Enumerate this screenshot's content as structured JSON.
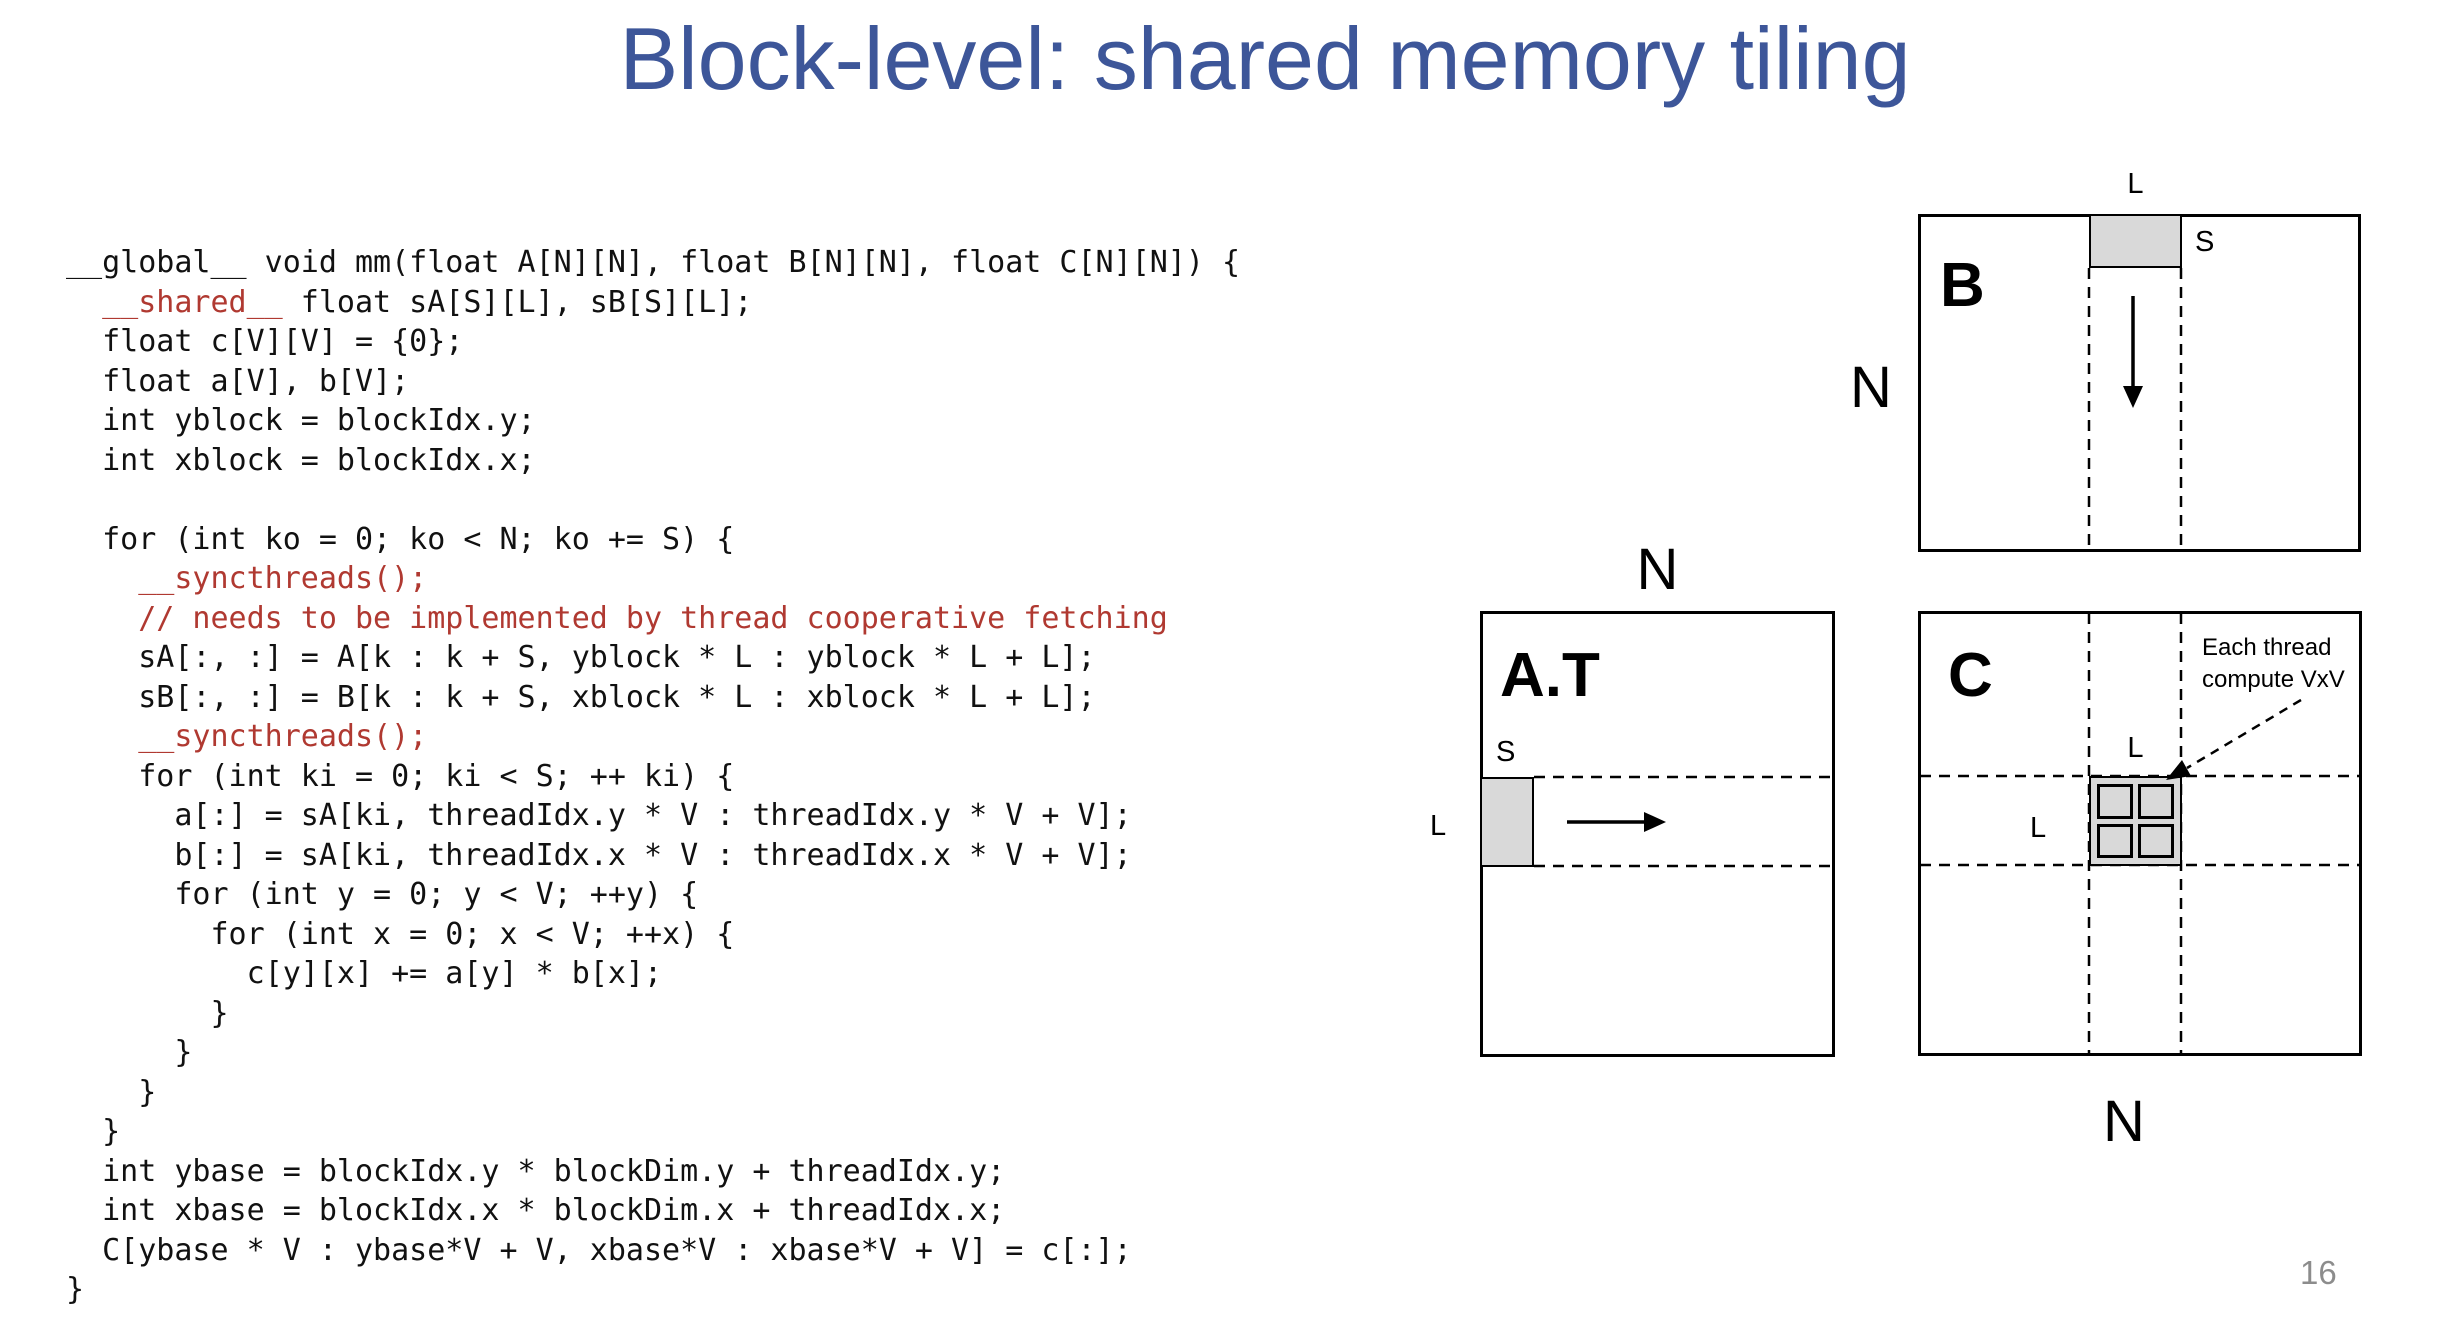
{
  "title": {
    "text": "Block-level: shared memory tiling",
    "color": "#3D5699"
  },
  "page_number": "16",
  "code": {
    "black": "#111111",
    "red": "#B03931",
    "lines": [
      [
        [
          "__global__ void mm(float A[N][N], float B[N][N], float C[N][N]) {",
          "k"
        ]
      ],
      [
        [
          "  ",
          "k"
        ],
        [
          "__shared__",
          "r"
        ],
        [
          " float sA[S][L], sB[S][L];",
          "k"
        ]
      ],
      [
        [
          "  float c[V][V] = {0};",
          "k"
        ]
      ],
      [
        [
          "  float a[V], b[V];",
          "k"
        ]
      ],
      [
        [
          "  int yblock = blockIdx.y;",
          "k"
        ]
      ],
      [
        [
          "  int xblock = blockIdx.x;",
          "k"
        ]
      ],
      [
        [
          "",
          "k"
        ]
      ],
      [
        [
          "  for (int ko = 0; ko < N; ko += S) {",
          "k"
        ]
      ],
      [
        [
          "    ",
          "k"
        ],
        [
          "__syncthreads();",
          "r"
        ]
      ],
      [
        [
          "    ",
          "k"
        ],
        [
          "// needs to be implemented by thread cooperative fetching",
          "r"
        ]
      ],
      [
        [
          "    sA[:, :] = A[k : k + S, yblock * L : yblock * L + L];",
          "k"
        ]
      ],
      [
        [
          "    sB[:, :] = B[k : k + S, xblock * L : xblock * L + L];",
          "k"
        ]
      ],
      [
        [
          "    ",
          "k"
        ],
        [
          "__syncthreads();",
          "r"
        ]
      ],
      [
        [
          "    for (int ki = 0; ki < S; ++ ki) {",
          "k"
        ]
      ],
      [
        [
          "      a[:] = sA[ki, threadIdx.y * V : threadIdx.y * V + V];",
          "k"
        ]
      ],
      [
        [
          "      b[:] = sA[ki, threadIdx.x * V : threadIdx.x * V + V];",
          "k"
        ]
      ],
      [
        [
          "      for (int y = 0; y < V; ++y) {",
          "k"
        ]
      ],
      [
        [
          "        for (int x = 0; x < V; ++x) {",
          "k"
        ]
      ],
      [
        [
          "          c[y][x] += a[y] * b[x];",
          "k"
        ]
      ],
      [
        [
          "        }",
          "k"
        ]
      ],
      [
        [
          "      }",
          "k"
        ]
      ],
      [
        [
          "    }",
          "k"
        ]
      ],
      [
        [
          "  }",
          "k"
        ]
      ],
      [
        [
          "  int ybase = blockIdx.y * blockDim.y + threadIdx.y;",
          "k"
        ]
      ],
      [
        [
          "  int xbase = blockIdx.x * blockDim.x + threadIdx.x;",
          "k"
        ]
      ],
      [
        [
          "  C[ybase * V : ybase*V + V, xbase*V : xbase*V + V] = c[:];",
          "k"
        ]
      ],
      [
        [
          "}",
          "k"
        ]
      ]
    ]
  },
  "diagrams": {
    "tile_fill": "#D9D9D9",
    "b": {
      "name_label": "B",
      "dim_label": "N",
      "tile_top_label": "L",
      "tile_side_label": "S",
      "arrow": "down-arrow"
    },
    "at": {
      "name_label": "A.T",
      "dim_label": "N",
      "tile_top_label": "S",
      "tile_side_label": "L",
      "arrow": "right-arrow"
    },
    "c": {
      "name_label": "C",
      "dim_label": "N",
      "tile_top_label": "L",
      "tile_side_label": "L",
      "annotation": [
        "Each thread",
        "compute VxV"
      ]
    }
  }
}
